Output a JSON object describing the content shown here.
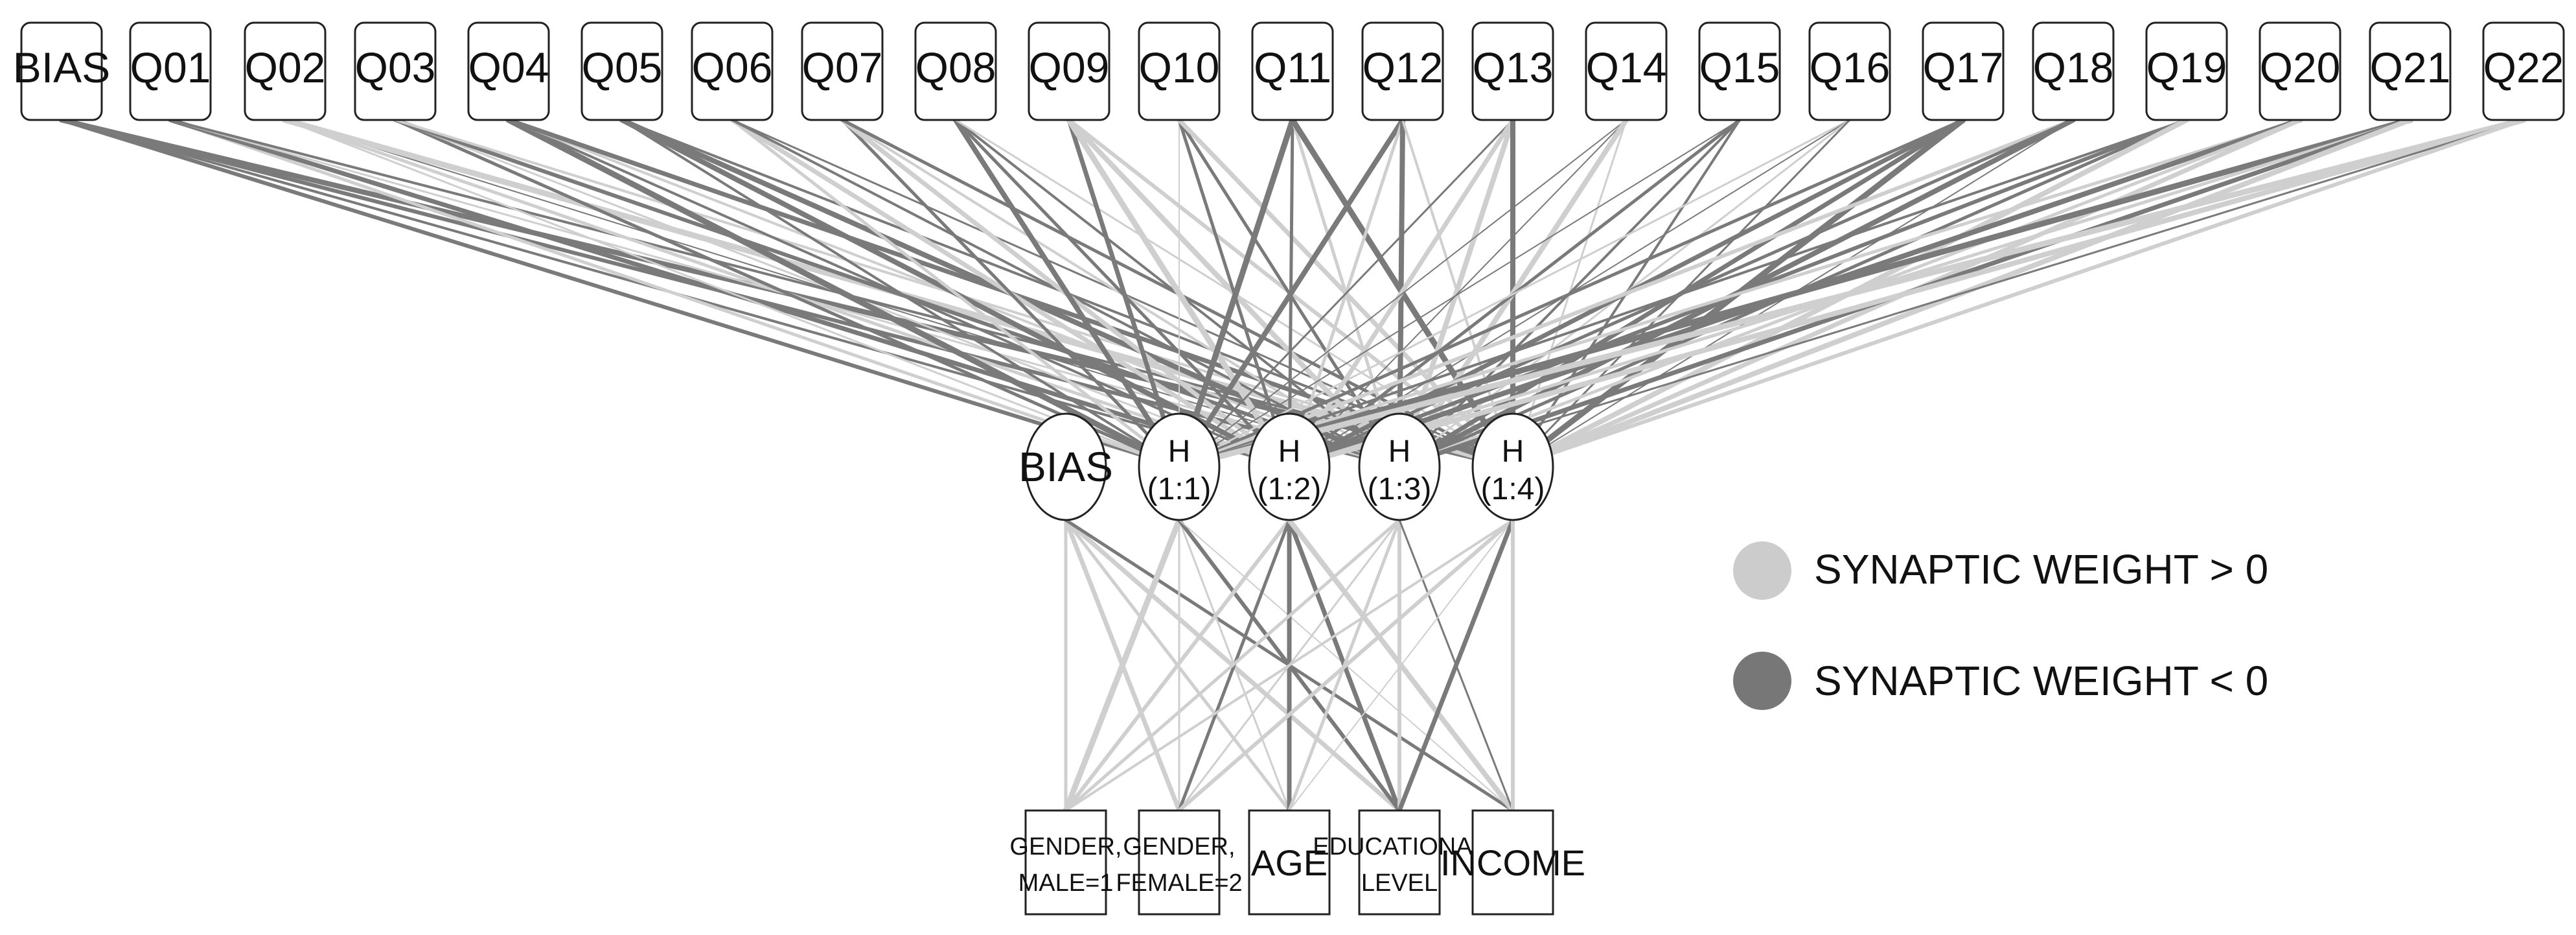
{
  "input_layer": {
    "nodes": [
      {
        "id": "BIAS",
        "label": "BIAS"
      },
      {
        "id": "Q01",
        "label": "Q01"
      },
      {
        "id": "Q02",
        "label": "Q02"
      },
      {
        "id": "Q03",
        "label": "Q03"
      },
      {
        "id": "Q04",
        "label": "Q04"
      },
      {
        "id": "Q05",
        "label": "Q05"
      },
      {
        "id": "Q06",
        "label": "Q06"
      },
      {
        "id": "Q07",
        "label": "Q07"
      },
      {
        "id": "Q08",
        "label": "Q08"
      },
      {
        "id": "Q09",
        "label": "Q09"
      },
      {
        "id": "Q10",
        "label": "Q10"
      },
      {
        "id": "Q11",
        "label": "Q11"
      },
      {
        "id": "Q12",
        "label": "Q12"
      },
      {
        "id": "Q13",
        "label": "Q13"
      },
      {
        "id": "Q14",
        "label": "Q14"
      },
      {
        "id": "Q15",
        "label": "Q15"
      },
      {
        "id": "Q16",
        "label": "Q16"
      },
      {
        "id": "Q17",
        "label": "Q17"
      },
      {
        "id": "Q18",
        "label": "Q18"
      },
      {
        "id": "Q19",
        "label": "Q19"
      },
      {
        "id": "Q20",
        "label": "Q20"
      },
      {
        "id": "Q21",
        "label": "Q21"
      },
      {
        "id": "Q22",
        "label": "Q22"
      }
    ]
  },
  "hidden_layer": {
    "nodes": [
      {
        "id": "BIAS",
        "label_lines": [
          "BIAS"
        ]
      },
      {
        "id": "H11",
        "label_lines": [
          "H",
          "(1:1)"
        ]
      },
      {
        "id": "H12",
        "label_lines": [
          "H",
          "(1:2)"
        ]
      },
      {
        "id": "H13",
        "label_lines": [
          "H",
          "(1:3)"
        ]
      },
      {
        "id": "H14",
        "label_lines": [
          "H",
          "(1:4)"
        ]
      }
    ]
  },
  "output_layer": {
    "nodes": [
      {
        "id": "GM",
        "label_lines": [
          "GENDER,",
          "MALE=1"
        ]
      },
      {
        "id": "GF",
        "label_lines": [
          "GENDER,",
          "FEMALE=2"
        ]
      },
      {
        "id": "AGE",
        "label_lines": [
          "AGE"
        ]
      },
      {
        "id": "EDU",
        "label_lines": [
          "EDUCATIONAL",
          "LEVEL"
        ]
      },
      {
        "id": "INC",
        "label_lines": [
          "INCOME"
        ]
      }
    ]
  },
  "legend": {
    "positive": {
      "label": "SYNAPTIC WEIGHT > 0",
      "color": "#cccccc"
    },
    "negative": {
      "label": "SYNAPTIC WEIGHT < 0",
      "color": "#777777"
    }
  }
}
